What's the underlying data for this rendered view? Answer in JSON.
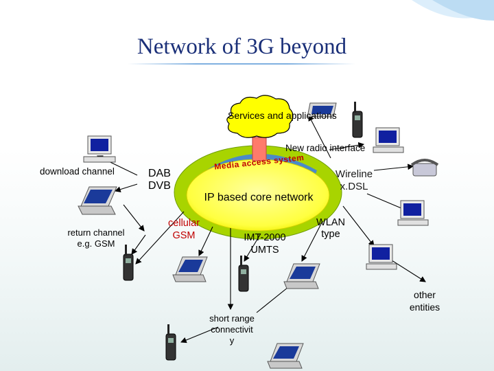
{
  "title": "Network of 3G beyond",
  "labels": {
    "services": "Services and applications",
    "new_radio": "New radio interface",
    "media_access": "Media access system",
    "core": "IP based core network",
    "dab": "DAB",
    "dvb": "DVB",
    "wireline": "Wireline",
    "xdsl": "x.DSL",
    "cellular": "cellular",
    "gsm": "GSM",
    "imt": "IMT-2000",
    "umts": "UMTS",
    "wlan": "WLAN",
    "wlan_type": "type",
    "download": "download channel",
    "return": "return channel",
    "return_eg": "e.g. GSM",
    "short_range_1": "short range",
    "short_range_2": "connectivit",
    "short_range_3": "y",
    "other_1": "other",
    "other_2": "entities"
  },
  "colors": {
    "title": "#1a2f78",
    "core_fill": "#ffff00",
    "core_ring": "#a8d400",
    "access_fill": "#4b8ac8",
    "cloud_fill": "#ffff00",
    "link": "#ff7b6b",
    "accent_red": "#c00000"
  },
  "icons": [
    "desktop-computer-icon",
    "laptop-icon",
    "mobile-phone-icon",
    "pda-icon",
    "telephone-icon",
    "cloud-icon"
  ]
}
